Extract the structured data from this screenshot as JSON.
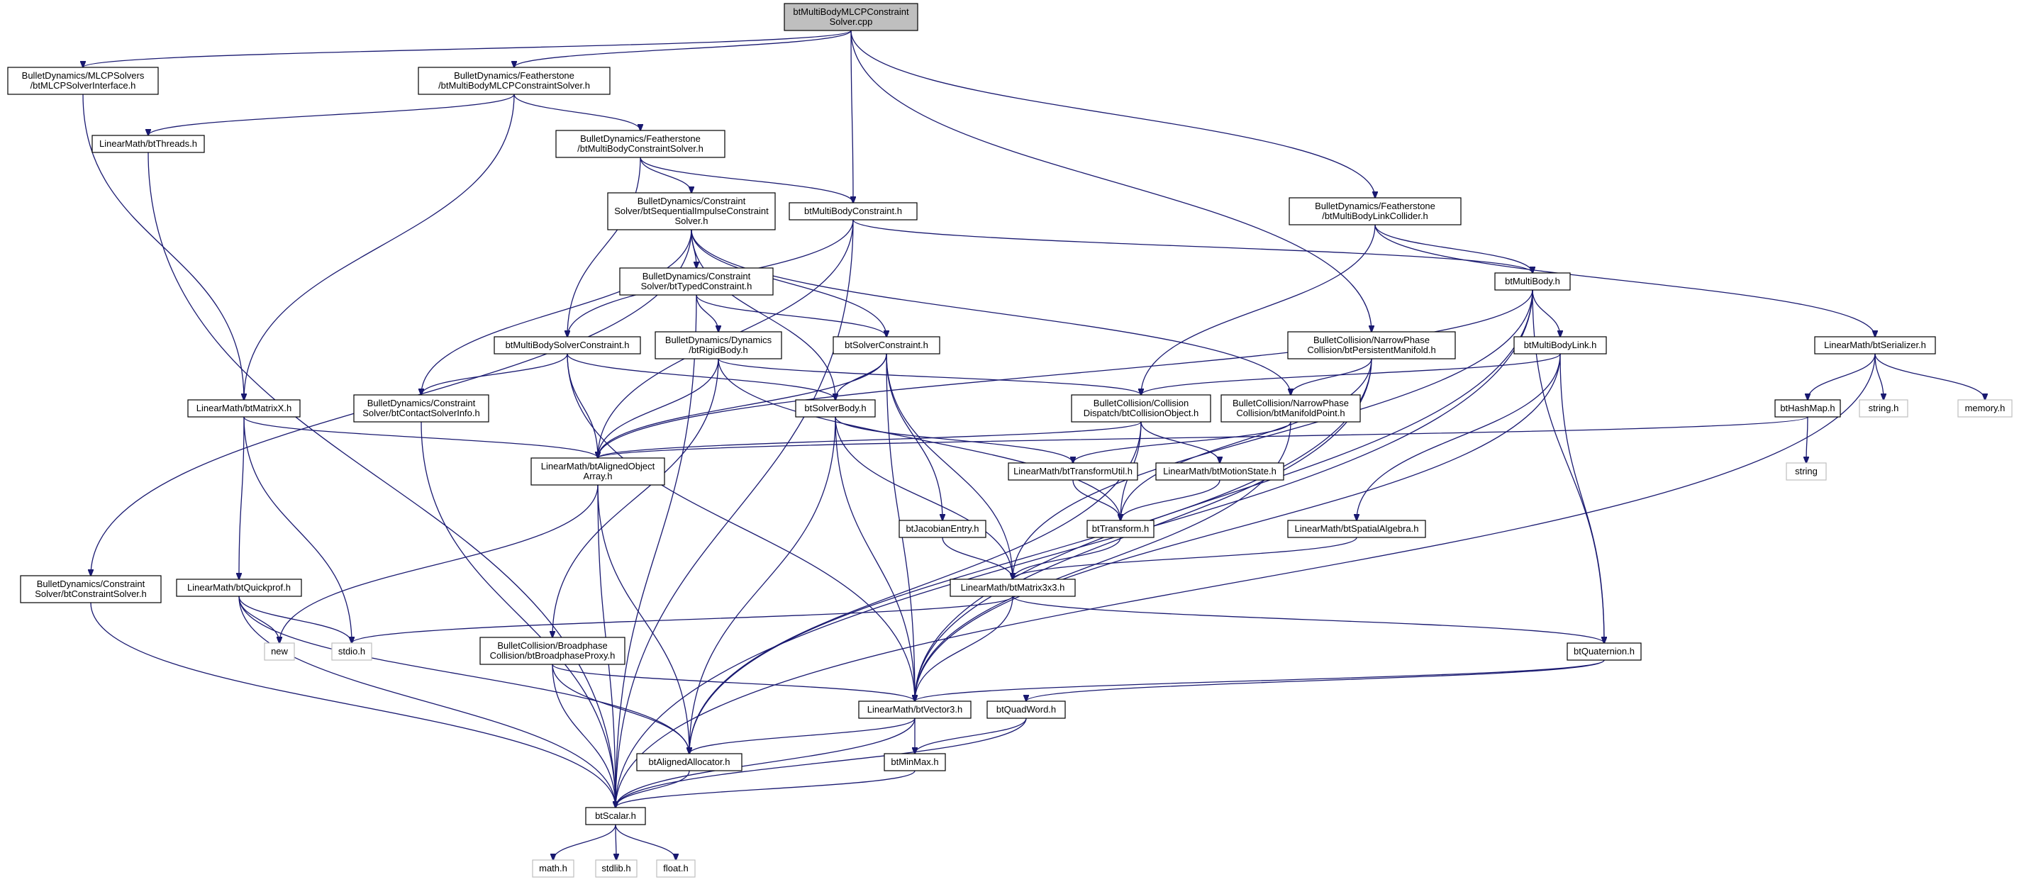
{
  "colors": {
    "edge": "#191970",
    "node_border": "#000000",
    "node_fill": "#ffffff",
    "root_fill": "#bfbfbf",
    "system_border": "#bfbfbf"
  },
  "nodes": [
    {
      "id": "root",
      "lines": [
        "btMultiBodyMLCPConstraint",
        "Solver.cpp"
      ],
      "style": "root"
    },
    {
      "id": "mlcpif",
      "lines": [
        "BulletDynamics/MLCPSolvers",
        "/btMLCPSolverInterface.h"
      ],
      "style": "normal"
    },
    {
      "id": "fsmlcp",
      "lines": [
        "BulletDynamics/Featherstone",
        "/btMultiBodyMLCPConstraintSolver.h"
      ],
      "style": "normal"
    },
    {
      "id": "threads",
      "lines": [
        "LinearMath/btThreads.h"
      ],
      "style": "normal"
    },
    {
      "id": "fscs",
      "lines": [
        "BulletDynamics/Featherstone",
        "/btMultiBodyConstraintSolver.h"
      ],
      "style": "normal"
    },
    {
      "id": "seqimp",
      "lines": [
        "BulletDynamics/Constraint",
        "Solver/btSequentialImpulseConstraint",
        "Solver.h"
      ],
      "style": "normal"
    },
    {
      "id": "mbc",
      "lines": [
        "btMultiBodyConstraint.h"
      ],
      "style": "normal"
    },
    {
      "id": "linkcol",
      "lines": [
        "BulletDynamics/Featherstone",
        "/btMultiBodyLinkCollider.h"
      ],
      "style": "normal"
    },
    {
      "id": "typed",
      "lines": [
        "BulletDynamics/Constraint",
        "Solver/btTypedConstraint.h"
      ],
      "style": "normal"
    },
    {
      "id": "multibody",
      "lines": [
        "btMultiBody.h"
      ],
      "style": "normal"
    },
    {
      "id": "serializer",
      "lines": [
        "LinearMath/btSerializer.h"
      ],
      "style": "normal"
    },
    {
      "id": "mbsc",
      "lines": [
        "btMultiBodySolverConstraint.h"
      ],
      "style": "normal"
    },
    {
      "id": "rigid",
      "lines": [
        "BulletDynamics/Dynamics",
        "/btRigidBody.h"
      ],
      "style": "normal"
    },
    {
      "id": "solvercon",
      "lines": [
        "btSolverConstraint.h"
      ],
      "style": "normal"
    },
    {
      "id": "persist",
      "lines": [
        "BulletCollision/NarrowPhase",
        "Collision/btPersistentManifold.h"
      ],
      "style": "normal"
    },
    {
      "id": "mblink",
      "lines": [
        "btMultiBodyLink.h"
      ],
      "style": "normal"
    },
    {
      "id": "matrixx",
      "lines": [
        "LinearMath/btMatrixX.h"
      ],
      "style": "normal"
    },
    {
      "id": "contactinfo",
      "lines": [
        "BulletDynamics/Constraint",
        "Solver/btContactSolverInfo.h"
      ],
      "style": "normal"
    },
    {
      "id": "solverbody",
      "lines": [
        "btSolverBody.h"
      ],
      "style": "normal"
    },
    {
      "id": "colobj",
      "lines": [
        "BulletCollision/Collision",
        "Dispatch/btCollisionObject.h"
      ],
      "style": "normal"
    },
    {
      "id": "manifoldpt",
      "lines": [
        "BulletCollision/NarrowPhase",
        "Collision/btManifoldPoint.h"
      ],
      "style": "normal"
    },
    {
      "id": "hashmap",
      "lines": [
        "btHashMap.h"
      ],
      "style": "normal"
    },
    {
      "id": "stringh",
      "lines": [
        "string.h"
      ],
      "style": "system"
    },
    {
      "id": "memoryh",
      "lines": [
        "memory.h"
      ],
      "style": "system"
    },
    {
      "id": "alignedarr",
      "lines": [
        "LinearMath/btAlignedObject",
        "Array.h"
      ],
      "style": "normal"
    },
    {
      "id": "transutil",
      "lines": [
        "LinearMath/btTransformUtil.h"
      ],
      "style": "normal"
    },
    {
      "id": "motionstate",
      "lines": [
        "LinearMath/btMotionState.h"
      ],
      "style": "normal"
    },
    {
      "id": "string",
      "lines": [
        "string"
      ],
      "style": "system"
    },
    {
      "id": "jacobian",
      "lines": [
        "btJacobianEntry.h"
      ],
      "style": "normal"
    },
    {
      "id": "transform",
      "lines": [
        "btTransform.h"
      ],
      "style": "normal"
    },
    {
      "id": "spatial",
      "lines": [
        "LinearMath/btSpatialAlgebra.h"
      ],
      "style": "normal"
    },
    {
      "id": "constraintsolver",
      "lines": [
        "BulletDynamics/Constraint",
        "Solver/btConstraintSolver.h"
      ],
      "style": "normal"
    },
    {
      "id": "quickprof",
      "lines": [
        "LinearMath/btQuickprof.h"
      ],
      "style": "normal"
    },
    {
      "id": "matrix3x3",
      "lines": [
        "LinearMath/btMatrix3x3.h"
      ],
      "style": "normal"
    },
    {
      "id": "new",
      "lines": [
        "new"
      ],
      "style": "system"
    },
    {
      "id": "stdioh",
      "lines": [
        "stdio.h"
      ],
      "style": "system"
    },
    {
      "id": "bpproxy",
      "lines": [
        "BulletCollision/Broadphase",
        "Collision/btBroadphaseProxy.h"
      ],
      "style": "normal"
    },
    {
      "id": "quaternion",
      "lines": [
        "btQuaternion.h"
      ],
      "style": "normal"
    },
    {
      "id": "vector3",
      "lines": [
        "LinearMath/btVector3.h"
      ],
      "style": "normal"
    },
    {
      "id": "quadword",
      "lines": [
        "btQuadWord.h"
      ],
      "style": "normal"
    },
    {
      "id": "allocator",
      "lines": [
        "btAlignedAllocator.h"
      ],
      "style": "normal"
    },
    {
      "id": "minmax",
      "lines": [
        "btMinMax.h"
      ],
      "style": "normal"
    },
    {
      "id": "scalar",
      "lines": [
        "btScalar.h"
      ],
      "style": "normal"
    },
    {
      "id": "mathh",
      "lines": [
        "math.h"
      ],
      "style": "system"
    },
    {
      "id": "stdlibh",
      "lines": [
        "stdlib.h"
      ],
      "style": "system"
    },
    {
      "id": "floath",
      "lines": [
        "float.h"
      ],
      "style": "system"
    }
  ],
  "edges": [
    [
      "root",
      "mlcpif"
    ],
    [
      "root",
      "fsmlcp"
    ],
    [
      "root",
      "mbc"
    ],
    [
      "root",
      "linkcol"
    ],
    [
      "root",
      "persist"
    ],
    [
      "mlcpif",
      "matrixx"
    ],
    [
      "fsmlcp",
      "threads"
    ],
    [
      "fsmlcp",
      "fscs"
    ],
    [
      "fsmlcp",
      "matrixx"
    ],
    [
      "threads",
      "scalar"
    ],
    [
      "fscs",
      "seqimp"
    ],
    [
      "fscs",
      "mbc"
    ],
    [
      "fscs",
      "mbsc"
    ],
    [
      "seqimp",
      "typed"
    ],
    [
      "seqimp",
      "contactinfo"
    ],
    [
      "seqimp",
      "solvercon"
    ],
    [
      "seqimp",
      "solverbody"
    ],
    [
      "seqimp",
      "manifoldpt"
    ],
    [
      "seqimp",
      "constraintsolver"
    ],
    [
      "mbc",
      "multibody"
    ],
    [
      "mbc",
      "alignedarr"
    ],
    [
      "mbc",
      "mbsc"
    ],
    [
      "mbc",
      "scalar"
    ],
    [
      "linkcol",
      "multibody"
    ],
    [
      "linkcol",
      "colobj"
    ],
    [
      "linkcol",
      "serializer"
    ],
    [
      "typed",
      "rigid"
    ],
    [
      "typed",
      "solvercon"
    ],
    [
      "typed",
      "scalar"
    ],
    [
      "multibody",
      "mblink"
    ],
    [
      "multibody",
      "alignedarr"
    ],
    [
      "multibody",
      "quaternion"
    ],
    [
      "multibody",
      "vector3"
    ],
    [
      "multibody",
      "matrix3x3"
    ],
    [
      "multibody",
      "scalar"
    ],
    [
      "serializer",
      "hashmap"
    ],
    [
      "serializer",
      "stringh"
    ],
    [
      "serializer",
      "memoryh"
    ],
    [
      "serializer",
      "scalar"
    ],
    [
      "mbsc",
      "contactinfo"
    ],
    [
      "mbsc",
      "solverbody"
    ],
    [
      "mbsc",
      "alignedarr"
    ],
    [
      "mbsc",
      "vector3"
    ],
    [
      "rigid",
      "colobj"
    ],
    [
      "rigid",
      "alignedarr"
    ],
    [
      "rigid",
      "transform"
    ],
    [
      "rigid",
      "bpproxy"
    ],
    [
      "solvercon",
      "solverbody"
    ],
    [
      "solvercon",
      "jacobian"
    ],
    [
      "solvercon",
      "alignedarr"
    ],
    [
      "solvercon",
      "vector3"
    ],
    [
      "solvercon",
      "matrix3x3"
    ],
    [
      "persist",
      "manifoldpt"
    ],
    [
      "persist",
      "transform"
    ],
    [
      "persist",
      "allocator"
    ],
    [
      "persist",
      "vector3"
    ],
    [
      "mblink",
      "colobj"
    ],
    [
      "mblink",
      "quaternion"
    ],
    [
      "mblink",
      "vector3"
    ],
    [
      "mblink",
      "spatial"
    ],
    [
      "matrixx",
      "alignedarr"
    ],
    [
      "matrixx",
      "quickprof"
    ],
    [
      "matrixx",
      "stdioh"
    ],
    [
      "contactinfo",
      "scalar"
    ],
    [
      "solverbody",
      "transutil"
    ],
    [
      "solverbody",
      "vector3"
    ],
    [
      "solverbody",
      "matrix3x3"
    ],
    [
      "solverbody",
      "allocator"
    ],
    [
      "colobj",
      "transform"
    ],
    [
      "colobj",
      "motionstate"
    ],
    [
      "colobj",
      "alignedarr"
    ],
    [
      "colobj",
      "allocator"
    ],
    [
      "manifoldpt",
      "transutil"
    ],
    [
      "manifoldpt",
      "vector3"
    ],
    [
      "hashmap",
      "alignedarr"
    ],
    [
      "hashmap",
      "string"
    ],
    [
      "alignedarr",
      "allocator"
    ],
    [
      "alignedarr",
      "new"
    ],
    [
      "alignedarr",
      "scalar"
    ],
    [
      "transutil",
      "transform"
    ],
    [
      "motionstate",
      "transform"
    ],
    [
      "jacobian",
      "matrix3x3"
    ],
    [
      "transform",
      "matrix3x3"
    ],
    [
      "spatial",
      "matrix3x3"
    ],
    [
      "constraintsolver",
      "scalar"
    ],
    [
      "quickprof",
      "scalar"
    ],
    [
      "quickprof",
      "allocator"
    ],
    [
      "quickprof",
      "new"
    ],
    [
      "quickprof",
      "stdioh"
    ],
    [
      "matrix3x3",
      "vector3"
    ],
    [
      "matrix3x3",
      "quaternion"
    ],
    [
      "matrix3x3",
      "stdioh"
    ],
    [
      "bpproxy",
      "vector3"
    ],
    [
      "bpproxy",
      "allocator"
    ],
    [
      "bpproxy",
      "scalar"
    ],
    [
      "quaternion",
      "quadword"
    ],
    [
      "quaternion",
      "vector3"
    ],
    [
      "vector3",
      "minmax"
    ],
    [
      "vector3",
      "allocator"
    ],
    [
      "vector3",
      "scalar"
    ],
    [
      "quadword",
      "minmax"
    ],
    [
      "quadword",
      "scalar"
    ],
    [
      "allocator",
      "scalar"
    ],
    [
      "minmax",
      "scalar"
    ],
    [
      "scalar",
      "mathh"
    ],
    [
      "scalar",
      "stdlibh"
    ],
    [
      "scalar",
      "floath"
    ]
  ]
}
